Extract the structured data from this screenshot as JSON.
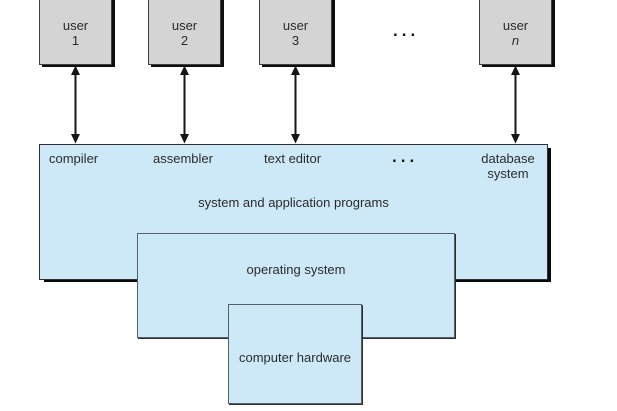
{
  "users": [
    {
      "label_top": "user",
      "label_num": "1"
    },
    {
      "label_top": "user",
      "label_num": "2"
    },
    {
      "label_top": "user",
      "label_num": "3"
    },
    {
      "label_top": "user",
      "label_num": "n"
    }
  ],
  "ellipsis_top": "...",
  "programs": {
    "compiler": "compiler",
    "assembler": "assembler",
    "text_editor": "text editor",
    "ellipsis": "...",
    "database_line1": "database",
    "database_line2": "system"
  },
  "layers": {
    "system_apps": "system and application programs",
    "os": "operating system",
    "hardware": "computer hardware"
  },
  "colors": {
    "user_box_fill": "#d4d4d4",
    "layer_fill": "#cde9f8",
    "box_border": "#3f3f3f",
    "shadow": "#0e0e0e",
    "arrow": "#151515",
    "text": "#2b2b2b",
    "background": "#ffffff"
  }
}
